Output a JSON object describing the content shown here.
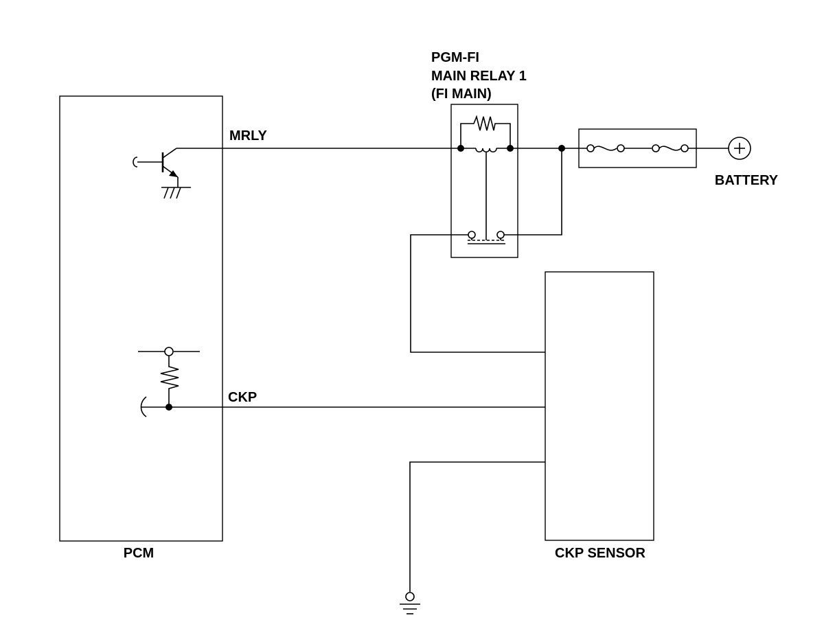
{
  "labels": {
    "relay_line1": "PGM-FI",
    "relay_line2": "MAIN RELAY 1",
    "relay_line3": "(FI MAIN)",
    "mrly": "MRLY",
    "battery": "BATTERY",
    "ckp": "CKP",
    "pcm": "PCM",
    "ckp_sensor": "CKP SENSOR"
  },
  "colors": {
    "line": "#000000",
    "background": "#ffffff"
  }
}
